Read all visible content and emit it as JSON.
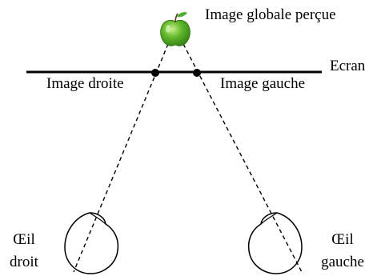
{
  "labels": {
    "perceived_image": "Image globale perçue",
    "screen": "Ecran",
    "right_image": "Image droite",
    "left_image": "Image gauche",
    "right_eye_line1": "Œil",
    "right_eye_line2": "droit",
    "left_eye_line1": "Œil",
    "left_eye_line2": "gauche"
  },
  "icons": {
    "perceived_object": "green-apple-icon",
    "eyes": "eye-outline-icon"
  },
  "colors": {
    "ink": "#000000",
    "apple_green": "#3f9b1e",
    "apple_leaf": "#4caf2f",
    "background": "#ffffff"
  }
}
